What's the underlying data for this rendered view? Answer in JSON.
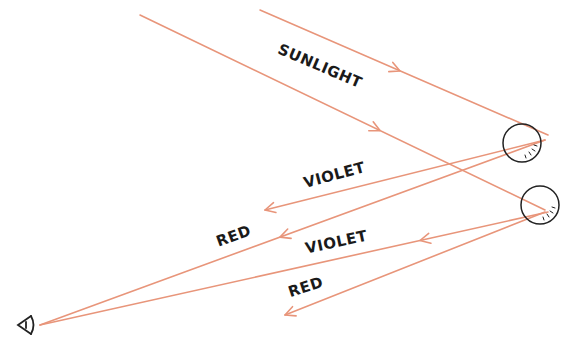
{
  "diagram": {
    "labels": [
      "SUNLIGHT",
      "VIOLET",
      "RED",
      "VIOLET",
      "RED"
    ]
  }
}
